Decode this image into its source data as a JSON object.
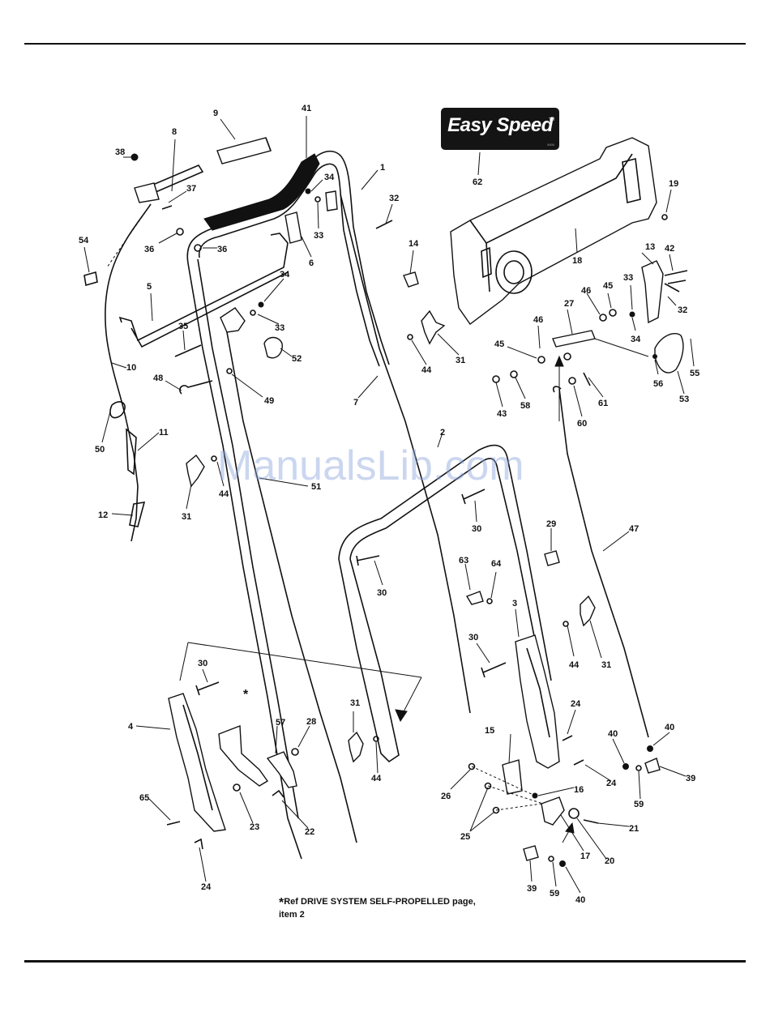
{
  "badge": {
    "text": "Easy Speed",
    "tm": "TM",
    "tiny": "0000"
  },
  "watermark": "ManualsLib.com",
  "footnote": {
    "star": "*",
    "line1": "Ref DRIVE SYSTEM SELF-PROPELLED page,",
    "line2": "item 2"
  },
  "callouts": [
    {
      "id": "c41",
      "label": "41"
    },
    {
      "id": "c9",
      "label": "9"
    },
    {
      "id": "c8",
      "label": "8"
    },
    {
      "id": "c38",
      "label": "38"
    },
    {
      "id": "c37",
      "label": "37"
    },
    {
      "id": "c36a",
      "label": "36"
    },
    {
      "id": "c36b",
      "label": "36"
    },
    {
      "id": "c34a",
      "label": "34"
    },
    {
      "id": "c33a",
      "label": "33"
    },
    {
      "id": "c1",
      "label": "1"
    },
    {
      "id": "c32a",
      "label": "32"
    },
    {
      "id": "c62",
      "label": "62"
    },
    {
      "id": "c19",
      "label": "19"
    },
    {
      "id": "c54",
      "label": "54"
    },
    {
      "id": "c6",
      "label": "6"
    },
    {
      "id": "c14",
      "label": "14"
    },
    {
      "id": "c18",
      "label": "18"
    },
    {
      "id": "c13",
      "label": "13"
    },
    {
      "id": "c42",
      "label": "42"
    },
    {
      "id": "c5",
      "label": "5"
    },
    {
      "id": "c34b",
      "label": "34"
    },
    {
      "id": "c33b",
      "label": "33"
    },
    {
      "id": "c35",
      "label": "35"
    },
    {
      "id": "c52",
      "label": "52"
    },
    {
      "id": "c46a",
      "label": "46"
    },
    {
      "id": "c45a",
      "label": "45"
    },
    {
      "id": "c33c",
      "label": "33"
    },
    {
      "id": "c32b",
      "label": "32"
    },
    {
      "id": "c27",
      "label": "27"
    },
    {
      "id": "c34c",
      "label": "34"
    },
    {
      "id": "c31a",
      "label": "31"
    },
    {
      "id": "c44a",
      "label": "44"
    },
    {
      "id": "c45b",
      "label": "45"
    },
    {
      "id": "c46b",
      "label": "46"
    },
    {
      "id": "c10",
      "label": "10"
    },
    {
      "id": "c56",
      "label": "56"
    },
    {
      "id": "c55",
      "label": "55"
    },
    {
      "id": "c7",
      "label": "7"
    },
    {
      "id": "c48",
      "label": "48"
    },
    {
      "id": "c49",
      "label": "49"
    },
    {
      "id": "c43",
      "label": "43"
    },
    {
      "id": "c58",
      "label": "58"
    },
    {
      "id": "c60",
      "label": "60"
    },
    {
      "id": "c61",
      "label": "61"
    },
    {
      "id": "c53",
      "label": "53"
    },
    {
      "id": "c50",
      "label": "50"
    },
    {
      "id": "c11",
      "label": "11"
    },
    {
      "id": "c2",
      "label": "2"
    },
    {
      "id": "c44b",
      "label": "44"
    },
    {
      "id": "c51",
      "label": "51"
    },
    {
      "id": "c31b",
      "label": "31"
    },
    {
      "id": "c12",
      "label": "12"
    },
    {
      "id": "c30a",
      "label": "30"
    },
    {
      "id": "c29",
      "label": "29"
    },
    {
      "id": "c47",
      "label": "47"
    },
    {
      "id": "c30b",
      "label": "30"
    },
    {
      "id": "c63",
      "label": "63"
    },
    {
      "id": "c64",
      "label": "64"
    },
    {
      "id": "c3",
      "label": "3"
    },
    {
      "id": "c30c",
      "label": "30"
    },
    {
      "id": "c44c",
      "label": "44"
    },
    {
      "id": "c31c",
      "label": "31"
    },
    {
      "id": "c30d",
      "label": "30"
    },
    {
      "id": "c4",
      "label": "4"
    },
    {
      "id": "c57",
      "label": "57"
    },
    {
      "id": "c28",
      "label": "28"
    },
    {
      "id": "c31d",
      "label": "31"
    },
    {
      "id": "c44d",
      "label": "44"
    },
    {
      "id": "c24a",
      "label": "24"
    },
    {
      "id": "c15",
      "label": "15"
    },
    {
      "id": "c40a",
      "label": "40"
    },
    {
      "id": "c40b",
      "label": "40"
    },
    {
      "id": "c39a",
      "label": "39"
    },
    {
      "id": "c24b",
      "label": "24"
    },
    {
      "id": "c59a",
      "label": "59"
    },
    {
      "id": "c26",
      "label": "26"
    },
    {
      "id": "c16",
      "label": "16"
    },
    {
      "id": "c65",
      "label": "65"
    },
    {
      "id": "c23",
      "label": "23"
    },
    {
      "id": "c22",
      "label": "22"
    },
    {
      "id": "c25",
      "label": "25"
    },
    {
      "id": "c21",
      "label": "21"
    },
    {
      "id": "c17",
      "label": "17"
    },
    {
      "id": "c20",
      "label": "20"
    },
    {
      "id": "c24c",
      "label": "24"
    },
    {
      "id": "c39b",
      "label": "39"
    },
    {
      "id": "c59b",
      "label": "59"
    },
    {
      "id": "c40c",
      "label": "40"
    }
  ]
}
